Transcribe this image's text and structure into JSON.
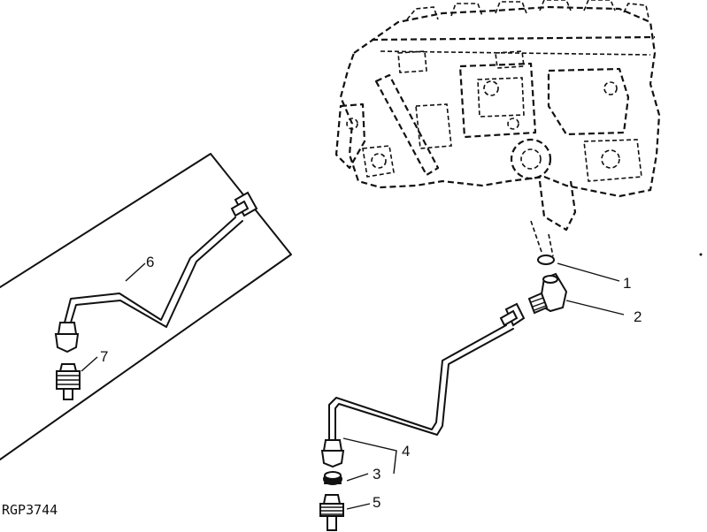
{
  "figure_id": "RGP3744",
  "callouts": [
    {
      "number": "1"
    },
    {
      "number": "2"
    },
    {
      "number": "3"
    },
    {
      "number": "4"
    },
    {
      "number": "5"
    },
    {
      "number": "6"
    },
    {
      "number": "7"
    }
  ]
}
